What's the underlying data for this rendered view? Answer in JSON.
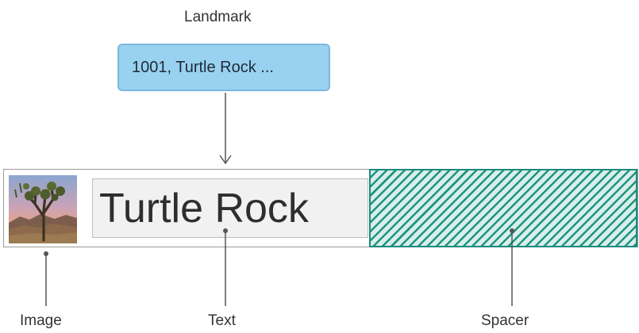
{
  "landmark": {
    "title": "Landmark",
    "value": "1001, Turtle Rock ..."
  },
  "row": {
    "text": "Turtle Rock"
  },
  "labels": {
    "image": "Image",
    "text": "Text",
    "spacer": "Spacer"
  },
  "colors": {
    "landmark_fill": "#99d1f1",
    "landmark_border": "#7db8de",
    "spacer_stripe": "#1f9384",
    "spacer_fill": "#d8efe9",
    "text_box_fill": "#f1f1f1"
  },
  "icons": {
    "thumbnail": "landscape-joshua-tree-image"
  }
}
